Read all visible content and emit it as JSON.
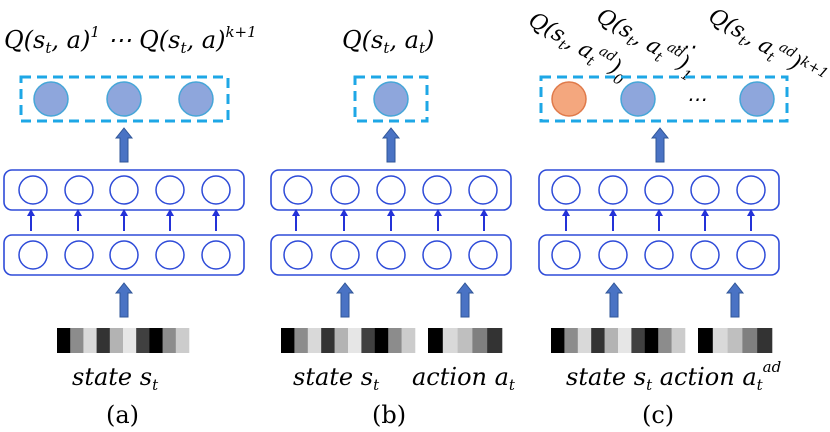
{
  "colors": {
    "layer_border": "#2e4bd8",
    "neuron_stroke": "#2e4bd8",
    "output_box": "#1ea7e6",
    "q_fill": "#8ea6dc",
    "q_stroke": "#46a6d8",
    "adv_fill": "#f4a77e",
    "adv_stroke": "#e07a4a",
    "fat_arrow": "#4a73c4",
    "thin_arrow": "#2432d8"
  },
  "icons": {
    "fat_arrow": "up-arrow-icon",
    "thin_arrow": "small-up-arrow-icon"
  },
  "panels": {
    "a": {
      "caption": "(a)",
      "top_label": "Q(s_t, a)^1 ⋯ Q(s_t, a)^{k+1}",
      "input_label": "state s_t",
      "state_bar": [
        0.0,
        0.55,
        0.85,
        0.2,
        0.7,
        0.9,
        0.25,
        0.0,
        0.55,
        0.8
      ]
    },
    "b": {
      "caption": "(b)",
      "top_label": "Q(s_t, a_t)",
      "input_labels": [
        "state s_t",
        "action a_t"
      ],
      "state_bar": [
        0.0,
        0.55,
        0.85,
        0.2,
        0.7,
        0.9,
        0.25,
        0.0,
        0.55,
        0.8
      ],
      "action_bar": [
        0.0,
        0.85,
        0.75,
        0.5,
        0.2
      ]
    },
    "c": {
      "caption": "(c)",
      "top_labels": [
        "Q(s_t, a_t^{ad})_0",
        "Q(s_t, a_t^{ad})_1",
        "Q(s_t, a_t^{ad})^{k+1}"
      ],
      "dots": "⋯",
      "input_label": "state s_t action a_t^{ad}",
      "state_bar": [
        0.0,
        0.55,
        0.85,
        0.2,
        0.7,
        0.9,
        0.25,
        0.0,
        0.55,
        0.8
      ],
      "action_bar": [
        0.0,
        0.85,
        0.75,
        0.5,
        0.2
      ]
    }
  }
}
